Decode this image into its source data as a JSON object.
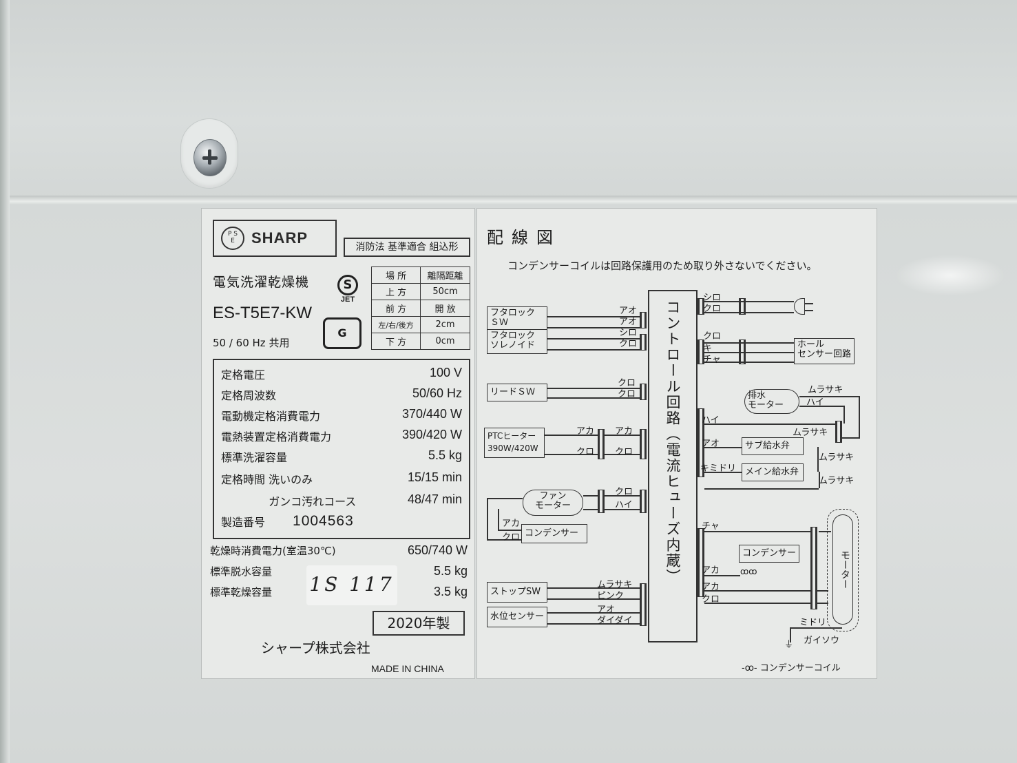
{
  "scene": {
    "description": "Photo of a rating plate label on a Sharp washer-dryer",
    "screw_icon": "phillips-screw"
  },
  "spec_label": {
    "brand": "SHARP",
    "pse_mark": "PSE",
    "fire_law": "消防法 基準適合 組込形",
    "product_name": "電気洗濯乾燥機",
    "model": "ES-T5E7-KW",
    "frequency_note": "50 / 60 Hz 共用",
    "jet_mark": "JET",
    "g_mark": "G",
    "separation_table": {
      "headers": [
        "場 所",
        "離隔距離"
      ],
      "rows": [
        [
          "上 方",
          "50cm"
        ],
        [
          "前 方",
          "開 放"
        ],
        [
          "左/右/後方",
          "2cm"
        ],
        [
          "下 方",
          "0cm"
        ]
      ]
    },
    "ratings": [
      {
        "label": "定格電圧",
        "value": "100 V"
      },
      {
        "label": "定格周波数",
        "value": "50/60 Hz"
      },
      {
        "label": "電動機定格消費電力",
        "value": "370/440 W"
      },
      {
        "label": "電熱装置定格消費電力",
        "value": "390/420 W"
      },
      {
        "label": "標準洗濯容量",
        "value": "5.5 kg"
      },
      {
        "label": "定格時間 洗いのみ",
        "value": "15/15 min"
      },
      {
        "label": "　　　　 ガンコ汚れコース",
        "value": "48/47 min"
      }
    ],
    "serial_label": "製造番号",
    "serial_value": "1004563",
    "extra": [
      {
        "label": "乾燥時消費電力(室温30℃)",
        "value": "650/740 W"
      },
      {
        "label": "標準脱水容量",
        "value": "5.5 kg"
      },
      {
        "label": "標準乾燥容量",
        "value": "3.5 kg"
      }
    ],
    "handwritten_tag": "1S 117",
    "year": "2020年製",
    "company": "シャープ株式会社",
    "origin": "MADE IN CHINA"
  },
  "wiring_diagram": {
    "title": "配線図",
    "note": "コンデンサーコイルは回路保護用のため取り外さないでください。",
    "control_circuit": "コントロール回路（電流ヒューズ内蔵）",
    "components": {
      "lid_lock_sw": "フタロック\nＳＷ",
      "lid_lock_solenoid": "フタロック\nソレノイド",
      "reed_sw": "リードＳＷ",
      "ptc_heater": "PTCヒーター\n390W/420W",
      "fan_motor": "ファン\nモーター",
      "fan_capacitor": "コンデンサー",
      "stop_sw": "ストップSW",
      "water_level_sensor": "水位センサー",
      "hall_sensor": "ホール\nセンサー回路",
      "drain_motor": "排水\nモーター",
      "sub_valve": "サブ給水弁",
      "main_valve": "メイン給水弁",
      "motor_capacitor": "コンデンサー",
      "motor": "モーター"
    },
    "wire_labels": {
      "lid_sw_1": "アオ",
      "lid_sw_2": "アオ",
      "solenoid_1": "シロ",
      "solenoid_2": "クロ",
      "reed_1": "クロ",
      "reed_2": "クロ",
      "ptc_a1": "アカ",
      "ptc_a2": "アカ",
      "ptc_k1": "クロ",
      "ptc_k2": "クロ",
      "fan_1": "クロ",
      "fan_2": "ハイ",
      "fan_cap_1": "アカ",
      "fan_cap_2": "クロ",
      "stop_1": "ムラサキ",
      "stop_2": "ピンク",
      "level_1": "アオ",
      "level_2": "ダイダイ",
      "power_1": "シロ",
      "power_2": "クロ",
      "hall_1": "クロ",
      "hall_2": "キ",
      "hall_3": "チャ",
      "drain_1": "ムラサキ",
      "drain_2": "ハイ",
      "ctrl_hai": "ハイ",
      "valve_p1": "ムラサキ",
      "sub_ao": "アオ",
      "sub_p": "ムラサキ",
      "main_km": "キミドリ",
      "main_p": "ムラサキ",
      "motor_cha": "チャ",
      "motor_aka1": "アカ",
      "motor_aka2": "アカ",
      "motor_kuro": "クロ",
      "ground_green": "ミドリ",
      "ground": "ガイソウ"
    },
    "legend_coil": "コンデンサーコイル"
  }
}
